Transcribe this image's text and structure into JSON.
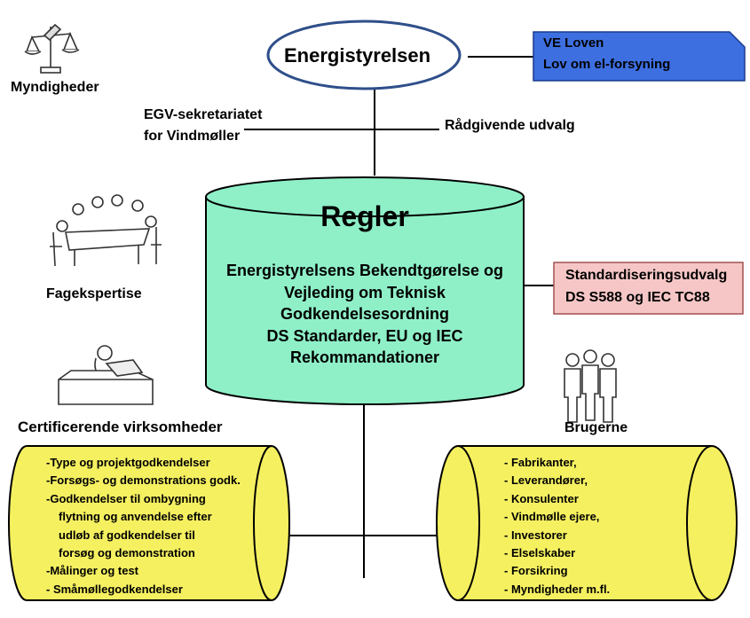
{
  "top": {
    "authority": "Energistyrelsen",
    "myndigheder_label": "Myndigheder"
  },
  "laws": [
    "VE Loven",
    "Lov om el-forsyning"
  ],
  "secretariat": [
    "EGV-sekretariatet",
    "for Vindmøller"
  ],
  "advisory": "Rådgivende udvalg",
  "center": {
    "title": "Regler",
    "lines": [
      "Energistyrelsens Bekendtgørelse og",
      "Vejleding om Teknisk",
      "Godkendelsesordning",
      "DS Standarder, EU og IEC",
      "Rekommandationer"
    ]
  },
  "standards": [
    "Standardiseringsudvalg",
    "DS S588 og IEC TC88"
  ],
  "expertise": "Fagekspertise",
  "certifiers": {
    "title": "Certificerende virksomheder",
    "items": [
      "-Type og projektgodkendelser",
      "-Forsøgs- og demonstrations godk.",
      "-Godkendelser til ombygning",
      "flytning og anvendelse efter",
      "udløb af godkendelser til",
      "forsøg og demonstration",
      "-Målinger og test",
      "- Småmøllegodkendelser"
    ]
  },
  "users": {
    "title": "Brugerne",
    "items": [
      "- Fabrikanter,",
      "- Leverandører,",
      "- Konsulenter",
      "- Vindmølle ejere,",
      "- Investorer",
      "- Elselskaber",
      "- Forsikring",
      "- Myndigheder m.fl."
    ]
  },
  "colors": {
    "ellipse_border": "#2f4f8a",
    "laws_fill": "#3d6fe0",
    "cylinder_fill": "#8ff0c8",
    "standards_fill": "#f6c6c6",
    "scroll_fill": "#f5f060"
  },
  "icons": [
    "scales-icon",
    "meeting-icon",
    "desk-worker-icon",
    "people-icon"
  ]
}
